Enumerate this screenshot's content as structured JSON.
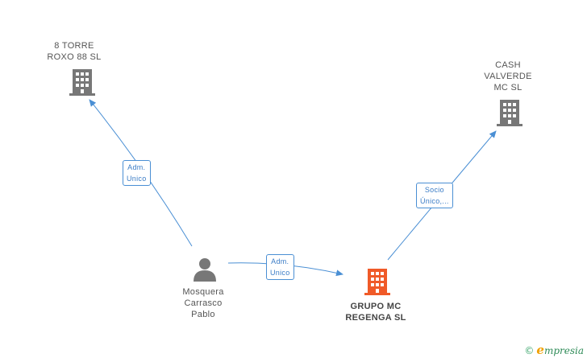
{
  "nodes": {
    "torre": {
      "line1": "8 TORRE",
      "line2": "ROXO 88 SL",
      "icon": "building-icon",
      "color": "#777777"
    },
    "cash": {
      "line1": "CASH",
      "line2": "VALVERDE",
      "line3": "MC  SL",
      "icon": "building-icon",
      "color": "#777777"
    },
    "grupo": {
      "line1": "GRUPO MC",
      "line2": "REGENGA  SL",
      "icon": "building-icon",
      "color": "#f05a28"
    },
    "person": {
      "line1": "Mosquera",
      "line2": "Carrasco",
      "line3": "Pablo",
      "icon": "person-icon",
      "color": "#777777"
    }
  },
  "edges": {
    "person_to_torre": {
      "line1": "Adm.",
      "line2": "Unico"
    },
    "person_to_grupo": {
      "line1": "Adm.",
      "line2": "Unico"
    },
    "grupo_to_cash": {
      "line1": "Socio",
      "line2": "Único,..."
    }
  },
  "colors": {
    "edge": "#4a8fd4",
    "label_text": "#3a7cc6"
  },
  "footer": {
    "copyright": "©",
    "brand_initial": "e",
    "brand_rest": "mpresia"
  }
}
